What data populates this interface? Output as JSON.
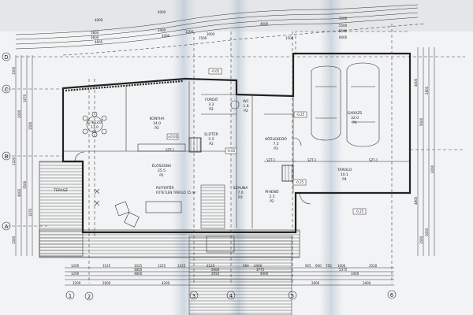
{
  "drawing": {
    "grid_axes_numbers": [
      "1",
      "2",
      "3",
      "4",
      "5",
      "6"
    ],
    "grid_axes_letters": [
      "A",
      "B",
      "C",
      "D"
    ],
    "rooms": [
      {
        "name": "ÉTKEZŐ",
        "area": "13.0",
        "floor": "P1"
      },
      {
        "name": "KONYHA",
        "area": "14.0",
        "floor": "P2"
      },
      {
        "name": "ÉLŐSZOBA",
        "area": "25.5",
        "floor": "P1"
      },
      {
        "name": "FÜRDŐ",
        "area": "3.2",
        "floor": "P2"
      },
      {
        "name": "WC",
        "area": "1.8",
        "floor": "P2"
      },
      {
        "name": "ELŐTÉR",
        "area": "5.5",
        "floor": "P2"
      },
      {
        "name": "KÖZLEKEDŐ",
        "area": "7.5",
        "floor": "P3"
      },
      {
        "name": "SZAUNA",
        "area": "7.0",
        "floor": "P3"
      },
      {
        "name": "GARÁZS",
        "area": "32.0",
        "floor": "P4"
      },
      {
        "name": "TÁROLÓ",
        "area": "10.1",
        "floor": "P4"
      },
      {
        "name": "TERASZ",
        "area": "",
        "floor": ""
      },
      {
        "name": "PIHENŐ",
        "area": "2.5",
        "floor": "P2"
      }
    ],
    "levels": [
      "-0.05",
      "-0.25",
      "-0.25",
      "-0.25",
      "-0.05",
      "±0.00"
    ],
    "notes": [
      "PUFFERTÉR",
      "FŰTETLEN TÁROLÓ 15 m²",
      "SZT-1",
      "SZT-1",
      "SZT-1",
      "SZT-1"
    ],
    "top_dimensions": [
      "4000",
      "4000",
      "1800",
      "2400",
      "3600",
      "4605",
      "2400",
      "1200",
      "3000",
      "1500",
      "4000",
      "1500",
      "5500",
      "5500",
      "5500",
      "6000"
    ],
    "bottom_dimensions": [
      "1200",
      "3125",
      "1025",
      "1225",
      "1225",
      "2125",
      "560",
      "2400",
      "925",
      "600",
      "750",
      "1000",
      "2520",
      "4800",
      "2600",
      "3775",
      "5375",
      "1200",
      "4800",
      "2650",
      "4000",
      "3400",
      "1200",
      "2600",
      "4200",
      "3400",
      "2600"
    ],
    "left_dimensions": [
      "1500",
      "2000",
      "1670",
      "1500",
      "1200",
      "4000",
      "3500",
      "1670",
      "1500"
    ],
    "right_dimensions": [
      "4000",
      "5000",
      "2800",
      "3000",
      "4800",
      "1500",
      "2000"
    ]
  }
}
